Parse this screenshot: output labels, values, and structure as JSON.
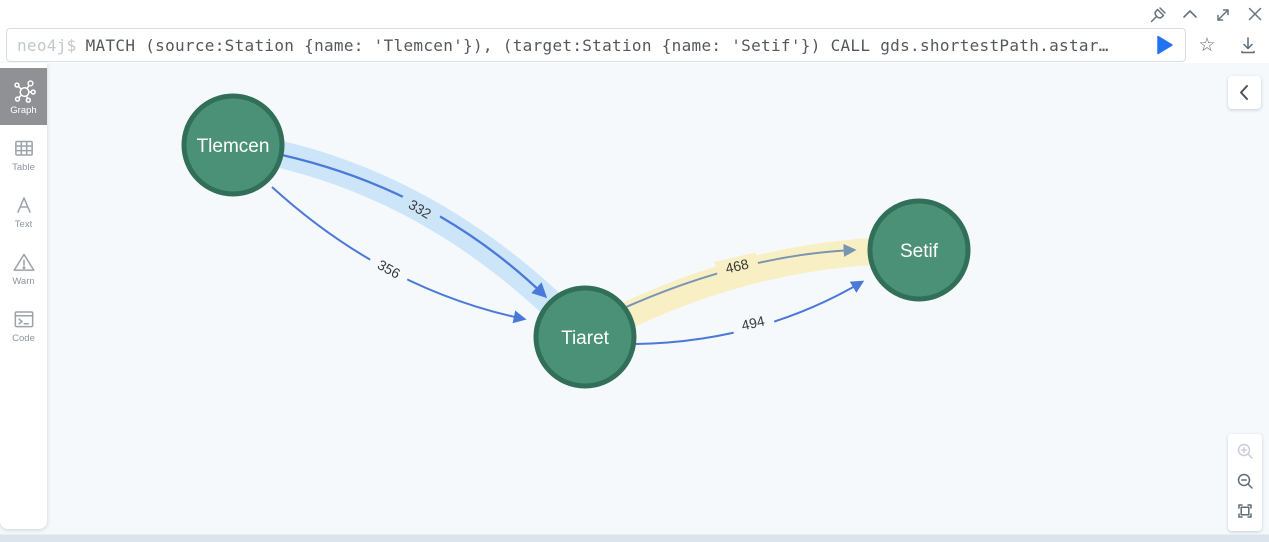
{
  "editor": {
    "prompt": "neo4j$",
    "query": "MATCH (source:Station {name: 'Tlemcen'}), (target:Station {name: 'Setif'}) CALL gds.shortestPath.astar…"
  },
  "sidebar": {
    "items": [
      {
        "id": "graph",
        "label": "Graph",
        "active": true
      },
      {
        "id": "table",
        "label": "Table",
        "active": false
      },
      {
        "id": "text",
        "label": "Text",
        "active": false
      },
      {
        "id": "warn",
        "label": "Warn",
        "active": false
      },
      {
        "id": "code",
        "label": "Code",
        "active": false
      }
    ]
  },
  "graph": {
    "nodes": [
      {
        "id": "tlemcen",
        "label": "Tlemcen"
      },
      {
        "id": "tiaret",
        "label": "Tiaret"
      },
      {
        "id": "setif",
        "label": "Setif"
      }
    ],
    "edges": [
      {
        "from": "Tlemcen",
        "to": "Tiaret",
        "weight": "332",
        "highlighted": true
      },
      {
        "from": "Tlemcen",
        "to": "Tiaret",
        "weight": "356",
        "highlighted": false
      },
      {
        "from": "Tiaret",
        "to": "Setif",
        "weight": "468",
        "highlighted": true
      },
      {
        "from": "Tiaret",
        "to": "Setif",
        "weight": "494",
        "highlighted": false
      }
    ]
  },
  "colors": {
    "node_fill": "#4a9178",
    "node_stroke": "#316f58",
    "edge_blue": "#4b79d9",
    "edge_muted": "#7896b2",
    "highlight_blue": "#cce5f9",
    "highlight_yellow": "#f9efc5",
    "canvas": "#f5f9fc",
    "accent": "#2272f2"
  }
}
